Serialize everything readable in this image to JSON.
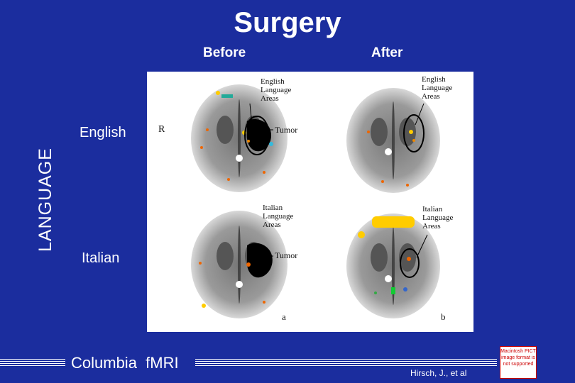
{
  "title": "Surgery",
  "columns": {
    "before": "Before",
    "after": "After"
  },
  "vertical_label": "LANGUAGE",
  "rows": {
    "english": "English",
    "italian": "Italian"
  },
  "annotations": {
    "english_before": "English Language Areas",
    "english_after": "English Language Areas",
    "italian_before": "Italian Language Areas",
    "italian_after": "Italian Language Areas",
    "tumor_english": "Tumor",
    "tumor_italian": "Tumor",
    "r_marker": "R",
    "panel_a": "a",
    "panel_b": "b"
  },
  "footer": {
    "text": "Columbia  fMRI",
    "citation": "Hirsch, J., et al"
  },
  "placeholder": {
    "text": "Macintosh PICT image format is not supported"
  },
  "colors": {
    "background": "#1b2d9e",
    "activation_hot": "#ffcc00",
    "tumor": "#000000"
  }
}
